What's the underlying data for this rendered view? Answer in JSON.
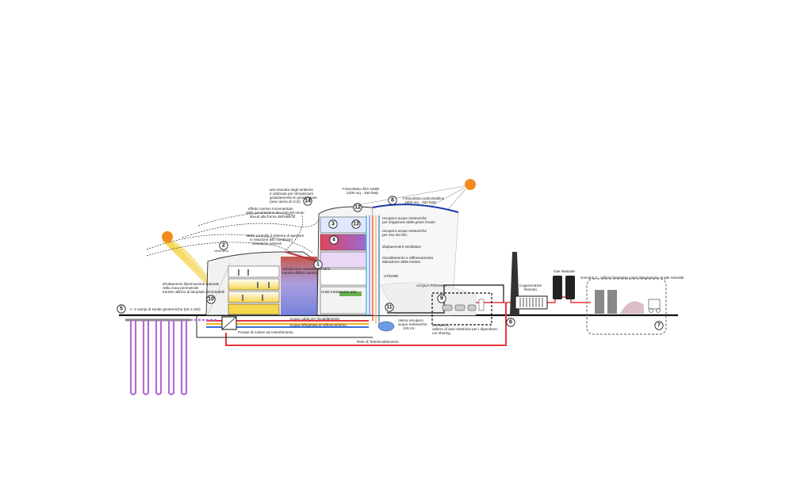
{
  "colors": {
    "sun": "#f5891f",
    "hot_pipe": "#e8363c",
    "cold_pipe": "#3b6fd6",
    "warm_pipe": "#f2b51c",
    "geothermal": "#b46cd6",
    "ground": "#111111"
  },
  "markers": [
    "1",
    "2",
    "3",
    "4",
    "5",
    "6",
    "7",
    "8",
    "9",
    "10",
    "11",
    "12",
    "13",
    "14"
  ],
  "labels": {
    "air_greenhouse": [
      "aria esausta dagli ambienti",
      "è utilizzata per climatizzare",
      "gratuitamente le green house",
      "(aria carica di Co2)"
    ],
    "chimney_effect": [
      "effetto camino incrementato",
      "dalla generazione dei moti del vento",
      "dovuti alla forma dell'edificio"
    ],
    "bms": [
      "BMS controlla il sistema di aperture",
      "in relazione alle condizioni",
      "climatiche esterne"
    ],
    "natural_vent": [
      "ventilazione naturale dell'atrio",
      "tramite effetto camino"
    ],
    "daylight": [
      "sfruttamento illuminazione naturale",
      "nella zona perimetrale",
      "tramite utilizzo di lampade dimmerabili"
    ],
    "ahu": "Unità trattamento aria",
    "geo_probes": "n. 3 campi di sonde geotermiche (tot n.150)",
    "hot_water": "Acqua calda per riscaldamento",
    "chilled_water": "Acqua refrigerata di raffrescamento",
    "heat_pumps": "Pompe di Calore ad Assorbimento",
    "district_heating": "Rete di Teleriscaldamento",
    "pv_thin": [
      "Fotovoltaico film sottile",
      "2200 mq - 160 kWp"
    ],
    "pv_poly": [
      "Fotovoltaico policristallino",
      "1800 mq - 250 kWp"
    ],
    "rain_greenhouse": [
      "recupero acque meteoriche",
      "per irrigazione delle green house"
    ],
    "rain_wc": [
      "recupero acque meteoriche",
      "per uso nei WC"
    ],
    "displacement": "displacement ventilation",
    "thermal_mass": [
      "riscaldamento e raffrescamento",
      "attivazione della massa"
    ],
    "users": "UTENZE",
    "rainwater": "ACQUA PIOVANA",
    "tank": [
      "Vasca recupero",
      "acque meteoriche",
      "125 mc"
    ],
    "scenario1": [
      "scenario 1 :",
      "utilizzo di auto elettriche per i dipendenti -",
      "car sharing"
    ],
    "cogen": [
      "Cogeneratore",
      "Remoto"
    ],
    "gas": "Gas Naturale",
    "scenario2": "scenario 2 : utilizzo biomassa come integrazione al gas naturale",
    "vento": "Venti dom."
  }
}
